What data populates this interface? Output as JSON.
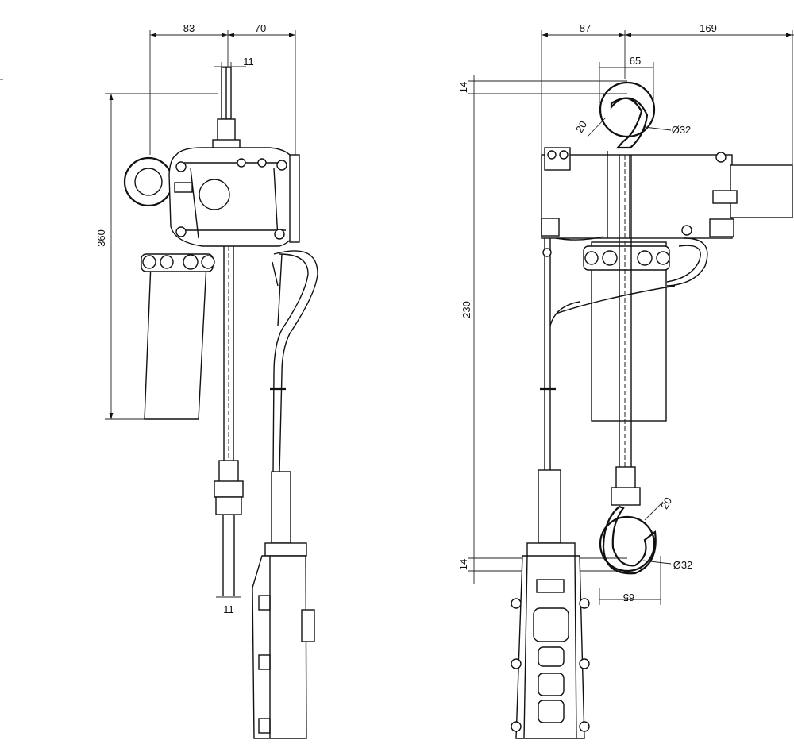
{
  "left_view": {
    "dims": {
      "top_left": "83",
      "top_right": "70",
      "top_small": "11",
      "height": "360",
      "bottom_small": "11"
    }
  },
  "right_view": {
    "dims": {
      "top_left": "87",
      "top_right": "169",
      "hook_width": "65",
      "top_offset": "14",
      "top_angle": "20",
      "top_dia": "Ø32",
      "height": "230",
      "bottom_offset": "14",
      "bottom_angle": "20",
      "bottom_dia": "Ø32",
      "bottom_width": "65"
    }
  }
}
